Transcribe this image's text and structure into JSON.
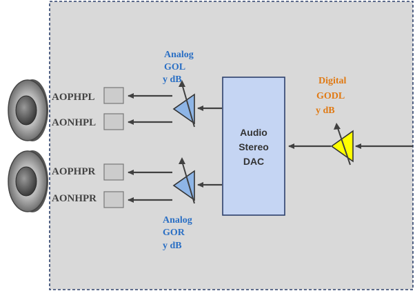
{
  "colors": {
    "panel_fill": "#d9d9d9",
    "panel_border": "#2b3f6b",
    "dac_fill": "#c5d5f3",
    "dac_border": "#2b3f6b",
    "analog_amp_fill": "#8eb5e6",
    "digital_amp_fill": "#ffff00",
    "analog_label": "#2a6fc4",
    "digital_label": "#e07a14",
    "pin_box_fill": "#cccccc",
    "arrow": "#404040"
  },
  "dac": {
    "lines": [
      "Audio",
      "Stereo",
      "DAC"
    ]
  },
  "gain_labels": {
    "analog_left": [
      "Analog",
      "GOL",
      "y dB"
    ],
    "analog_right": [
      "Analog",
      "GOR",
      "y dB"
    ],
    "digital_left": [
      "Digital",
      "GODL",
      "y dB"
    ]
  },
  "pins": [
    {
      "label": "AOPHPL",
      "channel": "left"
    },
    {
      "label": "AONHPL",
      "channel": "left"
    },
    {
      "label": "AOPHPR",
      "channel": "right"
    },
    {
      "label": "AONHPR",
      "channel": "right"
    }
  ],
  "icons": {
    "speaker_left": "speaker-icon",
    "speaker_right": "speaker-icon",
    "analog_amp": "variable-gain-amplifier-icon",
    "digital_amp": "variable-gain-amplifier-icon"
  }
}
